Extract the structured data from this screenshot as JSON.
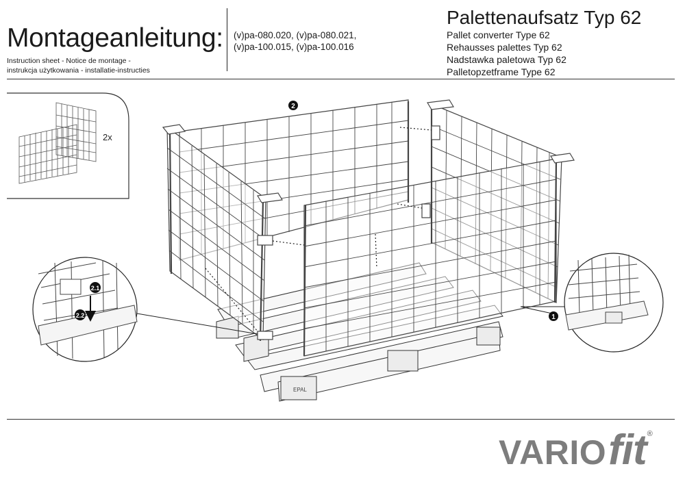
{
  "header": {
    "title": "Montageanleitung:",
    "subtitle_line1": "Instruction sheet - Notice de montage  -",
    "subtitle_line2": "instrukcja użytkowania - installatie-instructies",
    "article_line1": "(v)pa-080.020, (v)pa-080.021,",
    "article_line2": "(v)pa-100.015, (v)pa-100.016",
    "product_title": "Palettenaufsatz Typ 62",
    "translations": [
      "Pallet converter Type 62",
      "Rehausses palettes Typ 62",
      "Nadstawka paletowa Typ 62",
      "Palletopzetframe Type 62"
    ]
  },
  "illustration": {
    "quantity_label": "2x",
    "step_1": "1",
    "step_2": "2",
    "step_2_1": "2.1",
    "step_2_2": "2.2",
    "pallet_stamp": "EPAL"
  },
  "footer": {
    "brand_vario": "VARIO",
    "brand_fit": "fit",
    "brand_reg": "®"
  }
}
